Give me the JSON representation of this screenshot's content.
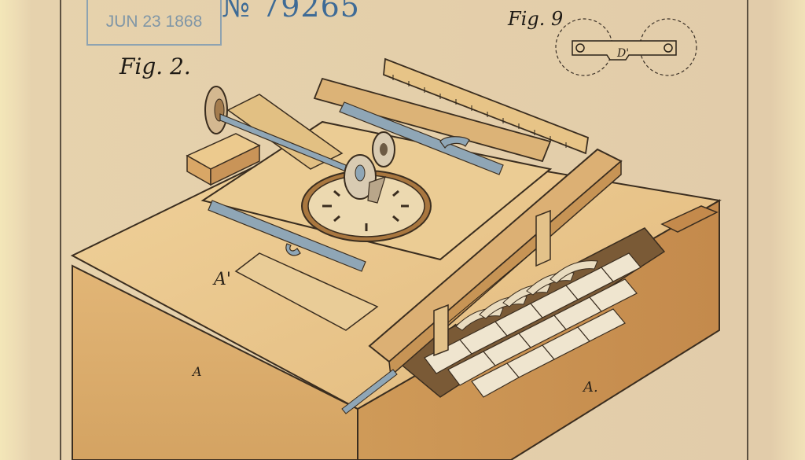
{
  "stamp": {
    "date": "JUN 23 1868"
  },
  "patent": {
    "number": "№ 79265"
  },
  "figures": {
    "fig2": "Fig. 2.",
    "fig9": "Fig. 9"
  },
  "labels": {
    "a_prime": "A'",
    "a_front": "A",
    "a_right": "A.",
    "d_prime": "D'"
  },
  "colors": {
    "paper": "#e4cfaa",
    "wood_light": "#e8c78e",
    "wood_mid": "#d9ad6c",
    "wood_dark": "#c48f4f",
    "metal_blue": "#8fa6b6",
    "ink": "#2a2218"
  }
}
